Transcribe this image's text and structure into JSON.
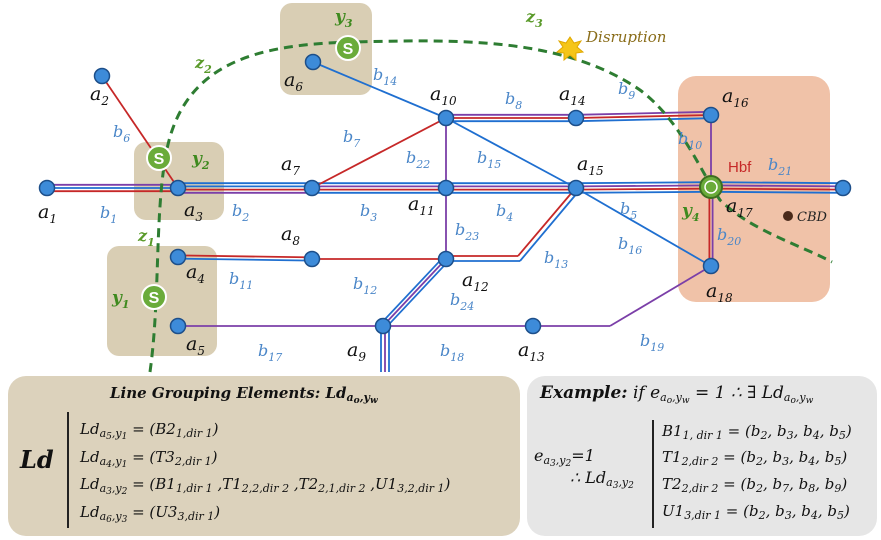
{
  "diagram": {
    "nodes": [
      {
        "id": "a1",
        "label": "a",
        "sub": "1"
      },
      {
        "id": "a2",
        "label": "a",
        "sub": "2"
      },
      {
        "id": "a3",
        "label": "a",
        "sub": "3"
      },
      {
        "id": "a4",
        "label": "a",
        "sub": "4"
      },
      {
        "id": "a5",
        "label": "a",
        "sub": "5"
      },
      {
        "id": "a6",
        "label": "a",
        "sub": "6"
      },
      {
        "id": "a7",
        "label": "a",
        "sub": "7"
      },
      {
        "id": "a8",
        "label": "a",
        "sub": "8"
      },
      {
        "id": "a9",
        "label": "a",
        "sub": "9"
      },
      {
        "id": "a10",
        "label": "a",
        "sub": "10"
      },
      {
        "id": "a11",
        "label": "a",
        "sub": "11"
      },
      {
        "id": "a12",
        "label": "a",
        "sub": "12"
      },
      {
        "id": "a13",
        "label": "a",
        "sub": "13"
      },
      {
        "id": "a14",
        "label": "a",
        "sub": "14"
      },
      {
        "id": "a15",
        "label": "a",
        "sub": "15"
      },
      {
        "id": "a16",
        "label": "a",
        "sub": "16"
      },
      {
        "id": "a17",
        "label": "a",
        "sub": "17"
      },
      {
        "id": "a18",
        "label": "a",
        "sub": "18"
      }
    ],
    "edges": [
      {
        "id": "b1",
        "label": "b",
        "sub": "1"
      },
      {
        "id": "b2",
        "label": "b",
        "sub": "2"
      },
      {
        "id": "b3",
        "label": "b",
        "sub": "3"
      },
      {
        "id": "b4",
        "label": "b",
        "sub": "4"
      },
      {
        "id": "b5",
        "label": "b",
        "sub": "5"
      },
      {
        "id": "b6",
        "label": "b",
        "sub": "6"
      },
      {
        "id": "b7",
        "label": "b",
        "sub": "7"
      },
      {
        "id": "b8",
        "label": "b",
        "sub": "8"
      },
      {
        "id": "b9",
        "label": "b",
        "sub": "9"
      },
      {
        "id": "b10",
        "label": "b",
        "sub": "10"
      },
      {
        "id": "b11",
        "label": "b",
        "sub": "11"
      },
      {
        "id": "b12",
        "label": "b",
        "sub": "12"
      },
      {
        "id": "b13",
        "label": "b",
        "sub": "13"
      },
      {
        "id": "b14",
        "label": "b",
        "sub": "14"
      },
      {
        "id": "b15",
        "label": "b",
        "sub": "15"
      },
      {
        "id": "b16",
        "label": "b",
        "sub": "16"
      },
      {
        "id": "b17",
        "label": "b",
        "sub": "17"
      },
      {
        "id": "b18",
        "label": "b",
        "sub": "18"
      },
      {
        "id": "b19",
        "label": "b",
        "sub": "19"
      },
      {
        "id": "b20",
        "label": "b",
        "sub": "20"
      },
      {
        "id": "b21",
        "label": "b",
        "sub": "21"
      },
      {
        "id": "b22",
        "label": "b",
        "sub": "22"
      },
      {
        "id": "b23",
        "label": "b",
        "sub": "23"
      },
      {
        "id": "b24",
        "label": "b",
        "sub": "24"
      }
    ],
    "groups": [
      {
        "id": "y1",
        "label": "y",
        "sub": "1"
      },
      {
        "id": "y2",
        "label": "y",
        "sub": "2"
      },
      {
        "id": "y3",
        "label": "y",
        "sub": "3"
      },
      {
        "id": "y4",
        "label": "y",
        "sub": "4"
      }
    ],
    "zones": [
      {
        "id": "z1",
        "label": "z",
        "sub": "1"
      },
      {
        "id": "z2",
        "label": "z",
        "sub": "2"
      },
      {
        "id": "z3",
        "label": "z",
        "sub": "3"
      }
    ],
    "station_symbol": "S",
    "disruption_label": "Disruption",
    "hbf_label": "Hbf",
    "cbd_label": "CBD",
    "colors": {
      "red": "#c62828",
      "blue": "#1f6fd0",
      "purple": "#7b3fa8",
      "node": "#3d8bd9",
      "green_dash": "#2e7d32",
      "ybox": "#d9ceb4",
      "orange": "#f0c2a8",
      "station": "#6aab3a",
      "edge_label": "#4a86c8"
    }
  },
  "ld_panel": {
    "title_prefix": "Line Grouping Elements",
    "title_symbol": "Ld",
    "title_sub": "a",
    "title_subsub_o": "o",
    "title_subsub_w": "y",
    "title_subsub_w2": "w",
    "side_symbol": "Ld",
    "rows": [
      {
        "lhs": "Ld",
        "sub": "a",
        "subsub": "5",
        "sub2": ",y",
        "subsub2": "1",
        "eq": " = (B2",
        "v1sub": "1,dir 1",
        "tail": ")"
      },
      {
        "lhs": "Ld",
        "sub": "a",
        "subsub": "4",
        "sub2": ",y",
        "subsub2": "1",
        "eq": " = (T3",
        "v1sub": "2,dir 1",
        "tail": ")"
      },
      {
        "lhs": "Ld",
        "sub": "a",
        "subsub": "3",
        "sub2": ",y",
        "subsub2": "2",
        "eq": " = (B1",
        "v1sub": "1,dir 1",
        "tail": " ,T1",
        "t1sub": "2,2,dir 2",
        "t2": " ,T2",
        "t2sub": "2,1,dir 2",
        "u1": " ,U1",
        "u1sub": "3,2,dir 1",
        "end": ")"
      },
      {
        "lhs": "Ld",
        "sub": "a",
        "subsub": "6",
        "sub2": ",y",
        "subsub2": "3",
        "eq": " = (U3",
        "v1sub": "3,dir 1",
        "tail": ")"
      }
    ]
  },
  "example_panel": {
    "heading": "Example:",
    "if_text": "if",
    "cond_e": "e",
    "cond_equals": " = 1 ∴ ∃ Ld",
    "left_e": "e",
    "left_eq": "=1",
    "therefore": "∴ Ld",
    "rows": [
      {
        "name": "B1",
        "sub": "1, dir 1",
        "value": " = (b2, b3, b4, b5)"
      },
      {
        "name": "T1",
        "sub": "2,dir 2",
        "value": " = (b2, b3, b4, b5)"
      },
      {
        "name": "T2",
        "sub": "2,dir 2",
        "value": " = (b2, b7, b8, b9)"
      },
      {
        "name": "U1",
        "sub": "3,dir 1",
        "value": " = (b2, b3, b4, b5)"
      }
    ]
  }
}
